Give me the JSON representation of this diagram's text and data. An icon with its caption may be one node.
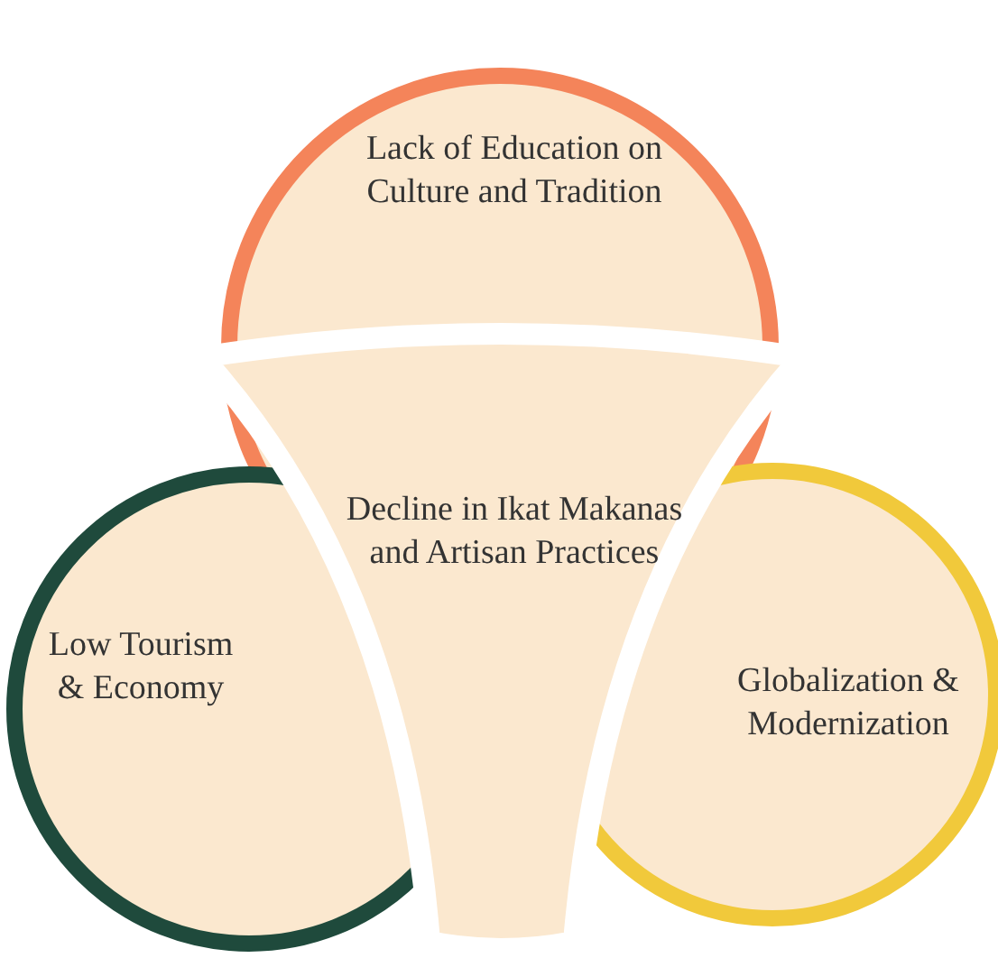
{
  "diagram": {
    "nodes": [
      {
        "text": [
          "Lack of Education on Culture and Tradition"
        ]
      },
      {
        "text": [
          "Decline in Ikat Makanas and Artisan Practices"
        ]
      },
      {
        "text": [
          "Low Tourism & Economy"
        ]
      },
      {
        "text": [
          "Globalization & Modernization"
        ]
      }
    ]
  }
}
